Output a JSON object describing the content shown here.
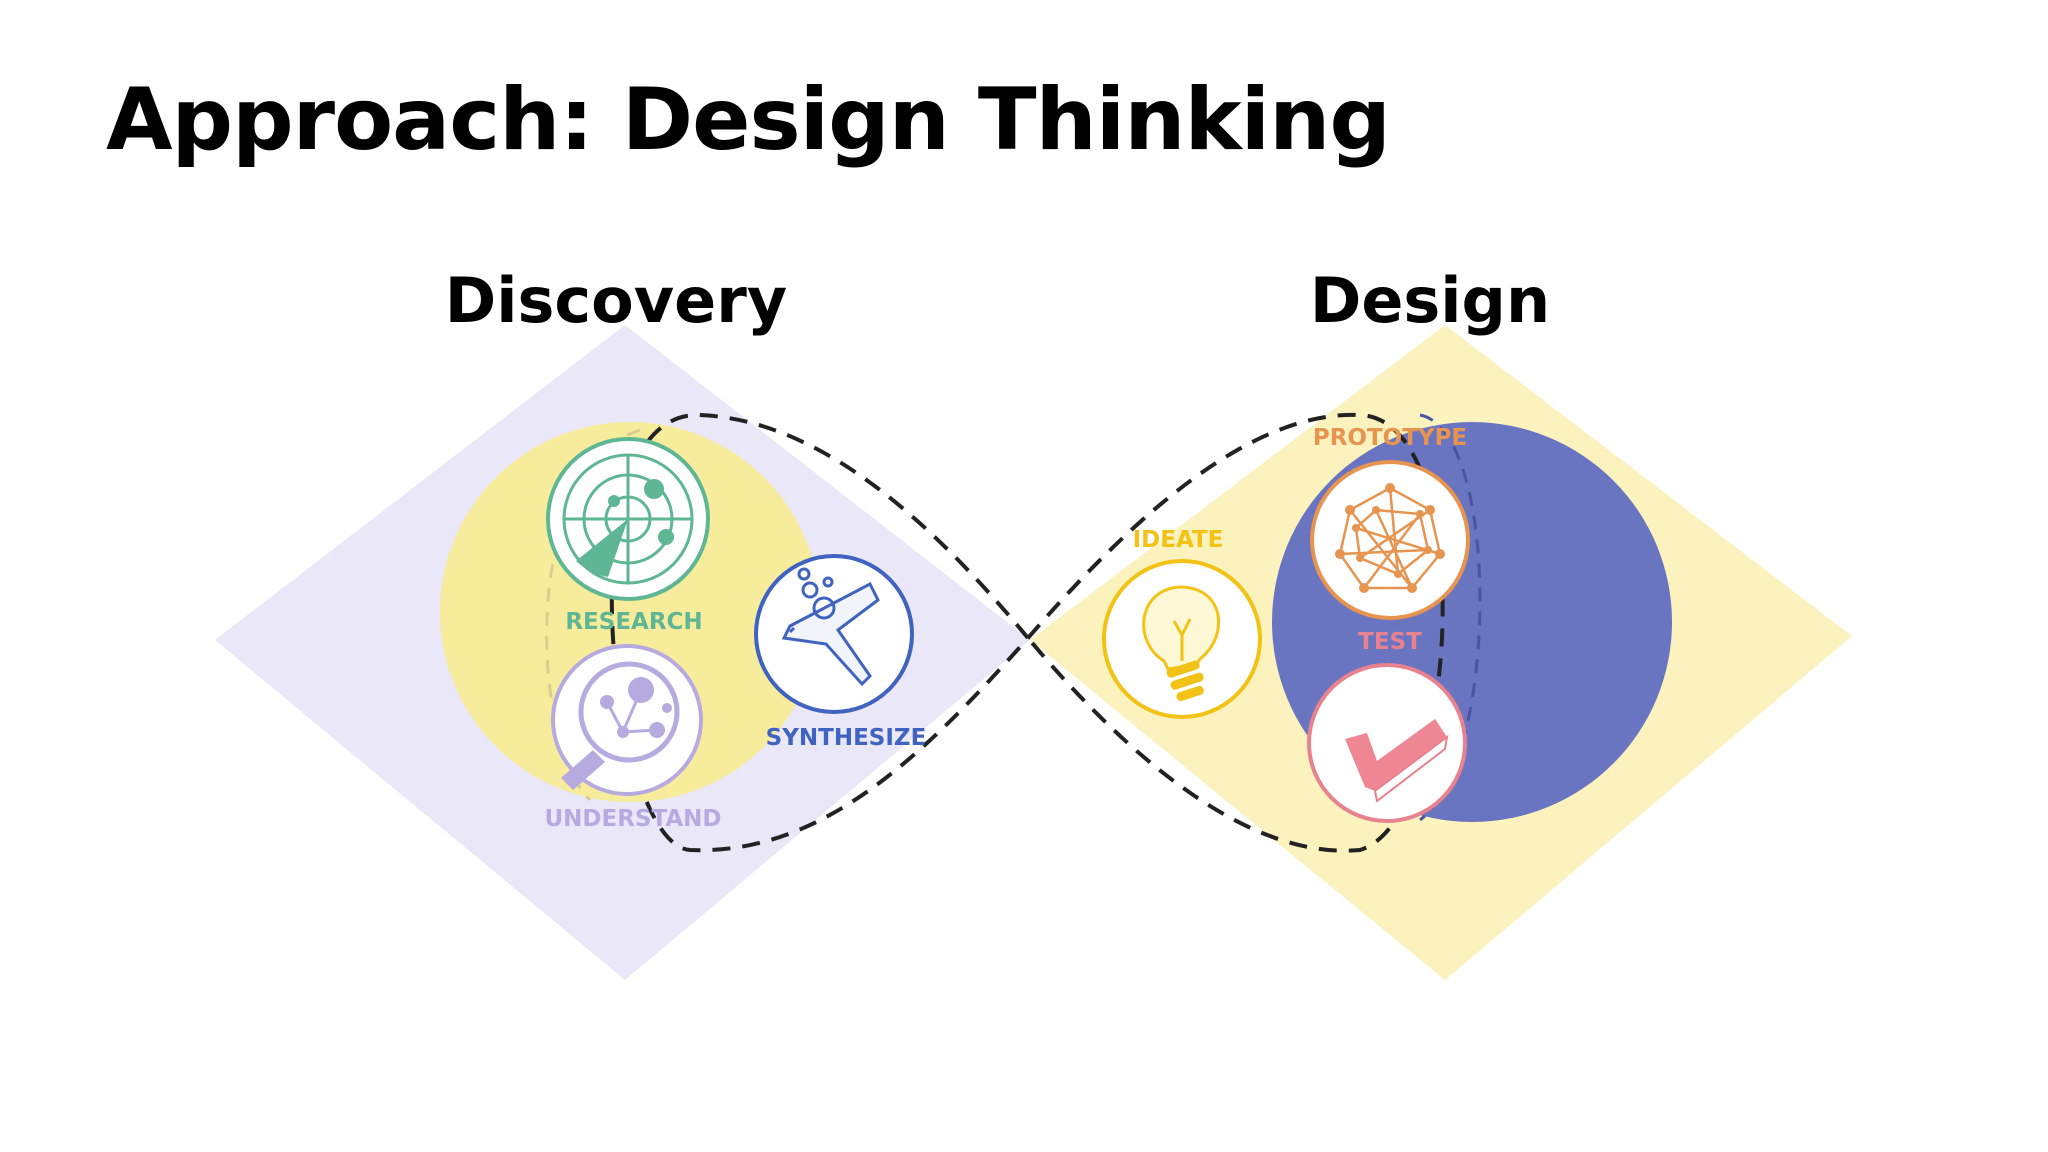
{
  "page": {
    "title": "Approach: Design Thinking"
  },
  "discovery": {
    "title": "Discovery",
    "steps": {
      "research": "RESEARCH",
      "understand": "UNDERSTAND",
      "synthesize": "SYNTHESIZE"
    }
  },
  "design": {
    "title": "Design",
    "steps": {
      "ideate": "IDEATE",
      "prototype": "PROTOTYPE",
      "test": "TEST"
    }
  },
  "icons": {
    "research": "radar-icon",
    "understand": "magnifier-network-icon",
    "synthesize": "funnel-icon",
    "ideate": "lightbulb-icon",
    "prototype": "network-polygon-icon",
    "test": "checkmark-icon"
  },
  "colors": {
    "discovery_diamond": "#e9e7f8",
    "design_diamond": "#fbf2bd",
    "discovery_circle": "#f7ec9c",
    "design_circle": "#6a75c2",
    "research": "#5fb694",
    "understand": "#b7aae0",
    "synthesize": "#3f63bf",
    "ideate": "#f2c316",
    "prototype": "#e6944f",
    "test": "#e8828e",
    "loop_line": "#222222"
  }
}
